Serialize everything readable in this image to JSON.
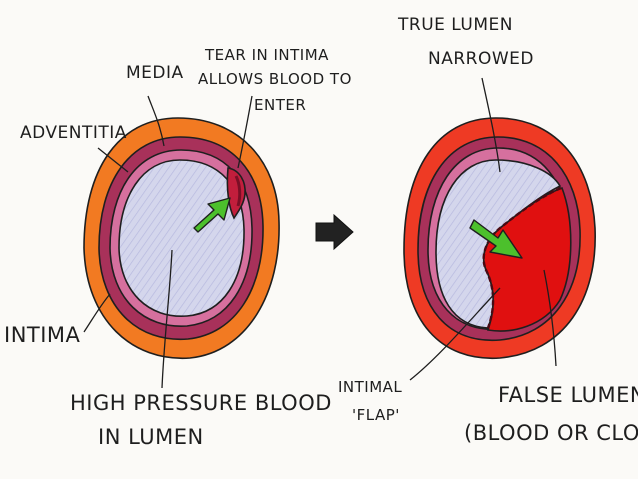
{
  "left": {
    "media": "MEDIA",
    "tear_line1": "TEAR IN INTIMA",
    "tear_line2": "ALLOWS BLOOD TO",
    "tear_line3": "ENTER",
    "adventitia": "ADVENTITIA",
    "intima": "INTIMA",
    "pressure_line1": "HIGH PRESSURE BLOOD",
    "pressure_line2": "IN LUMEN"
  },
  "right": {
    "true_lumen_line1": "TRUE LUMEN",
    "true_lumen_line2": "NARROWED",
    "flap_line1": "INTIMAL",
    "flap_line2": "'FLAP'",
    "false_lumen_line1": "FALSE LUMEN",
    "false_lumen_line2": "(BLOOD OR CLOT)"
  },
  "colors": {
    "adventitia": "#f27a22",
    "media": "#a8315a",
    "intima": "#d6709e",
    "lumen": "#cfd3ea",
    "false_lumen": "#e01010",
    "outer_wall_right": "#ee3a24",
    "arrow_green": "#4cc02c",
    "transition_arrow": "#222222"
  }
}
